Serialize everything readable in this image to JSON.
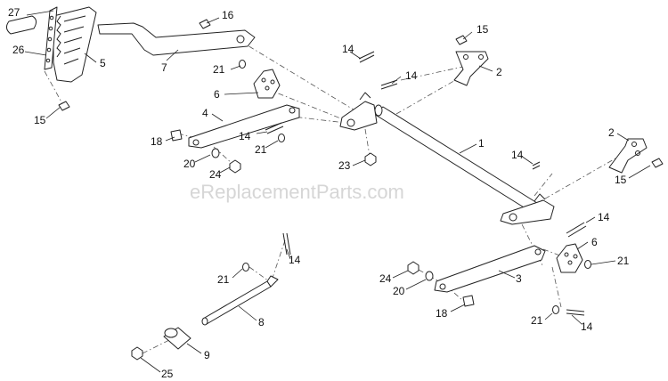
{
  "watermark": "eReplacementParts.com",
  "callouts": [
    "27",
    "26",
    "5",
    "16",
    "7",
    "15",
    "14",
    "15",
    "2",
    "21",
    "14",
    "6",
    "4",
    "18",
    "14",
    "21",
    "20",
    "24",
    "23",
    "1",
    "2",
    "14",
    "15",
    "14",
    "6",
    "14",
    "21",
    "24",
    "3",
    "20",
    "18",
    "21",
    "14",
    "21",
    "8",
    "9",
    "25"
  ]
}
